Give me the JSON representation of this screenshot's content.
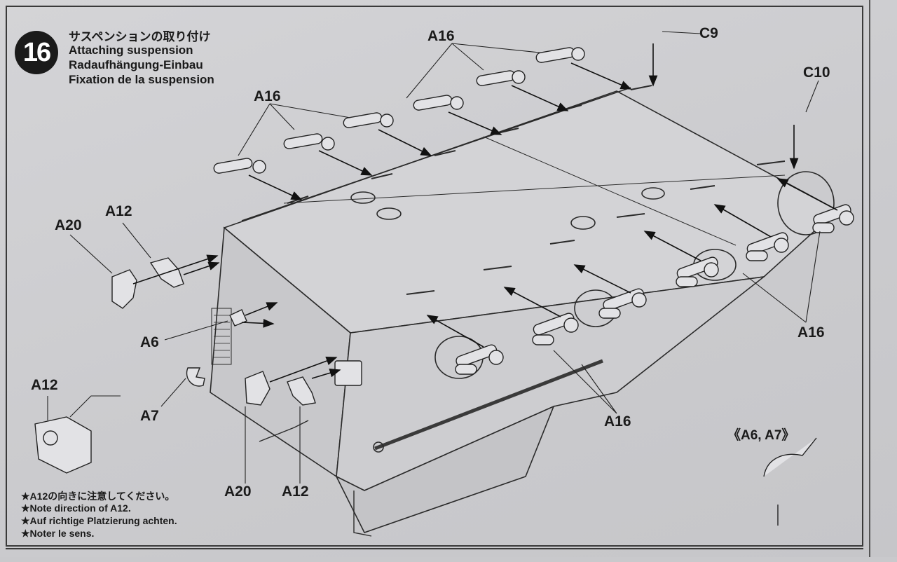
{
  "step": {
    "number": "16",
    "title_ja": "サスペンションの取り付け",
    "title_en": "Attaching suspension",
    "title_de": "Radaufhängung-Einbau",
    "title_fr": "Fixation de la suspension"
  },
  "labels": {
    "a16_top": "A16",
    "a16_left": "A16",
    "c9": "C9",
    "c10": "C10",
    "a12_upper": "A12",
    "a20_upper": "A20",
    "a6": "A6",
    "a7": "A7",
    "a12_inset": "A12",
    "a20_lower": "A20",
    "a12_lower": "A12",
    "a16_right": "A16",
    "a16_bottom": "A16",
    "inset_a6_a7": "《A6, A7》"
  },
  "notes": [
    "★A12の向きに注意してください。",
    "★Note direction of A12.",
    "★Auf richtige Platzierung achten.",
    "★Noter le sens."
  ]
}
